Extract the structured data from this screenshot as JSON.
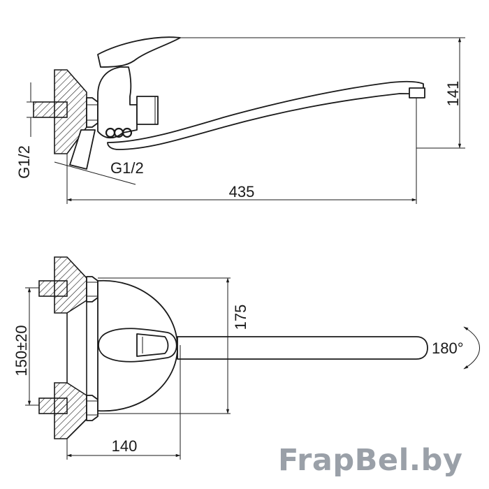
{
  "dimensions": {
    "thread_left": "G1/2",
    "thread_diag": "G1/2",
    "overall_length": "435",
    "height": "141",
    "centers": "150±20",
    "vertical": "175",
    "depth": "140",
    "rotation": "180°"
  },
  "watermark": "FrapBel.by",
  "colors": {
    "line": "#1a1a1a",
    "watermark": "#9aa0a8"
  }
}
